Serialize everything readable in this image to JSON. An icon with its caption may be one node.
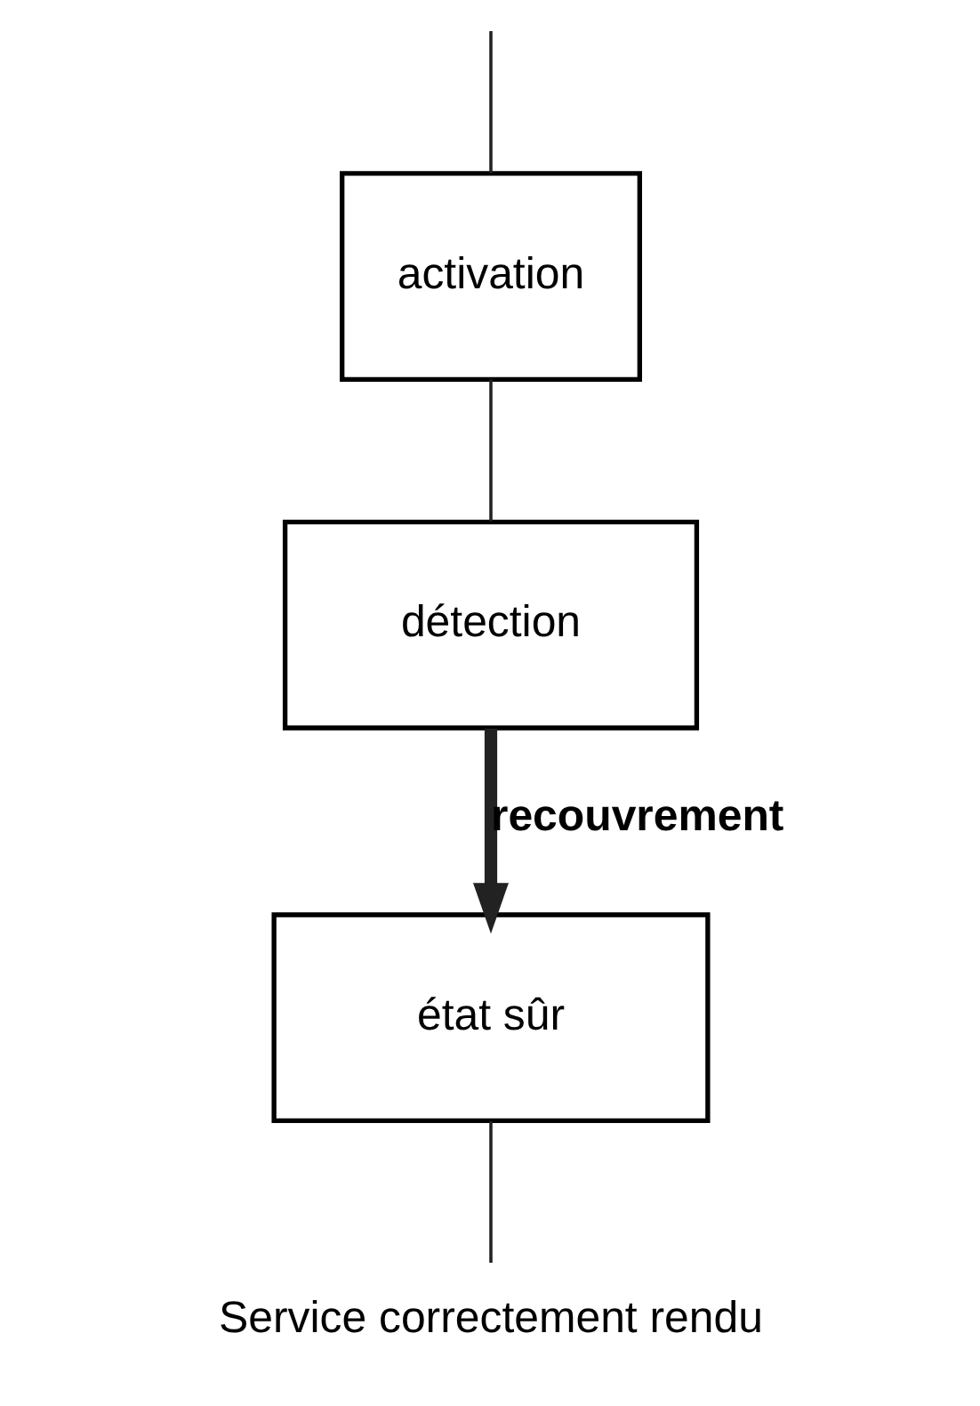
{
  "diagram": {
    "nodes": [
      {
        "text": [
          "activation"
        ]
      },
      {
        "text": [
          "détection"
        ]
      },
      {
        "text": [
          "état sûr"
        ]
      },
      {
        "text": [
          "Service correctement rendu"
        ]
      }
    ],
    "edges": [
      {
        "from": null,
        "to": 0,
        "arrow": "none"
      },
      {
        "from": 0,
        "to": 1,
        "arrow": "none"
      },
      {
        "from": 1,
        "to": 2,
        "arrow": "to",
        "label": "recouvrement",
        "style": "thick"
      },
      {
        "from": 2,
        "to": 3,
        "arrow": "none"
      }
    ]
  }
}
